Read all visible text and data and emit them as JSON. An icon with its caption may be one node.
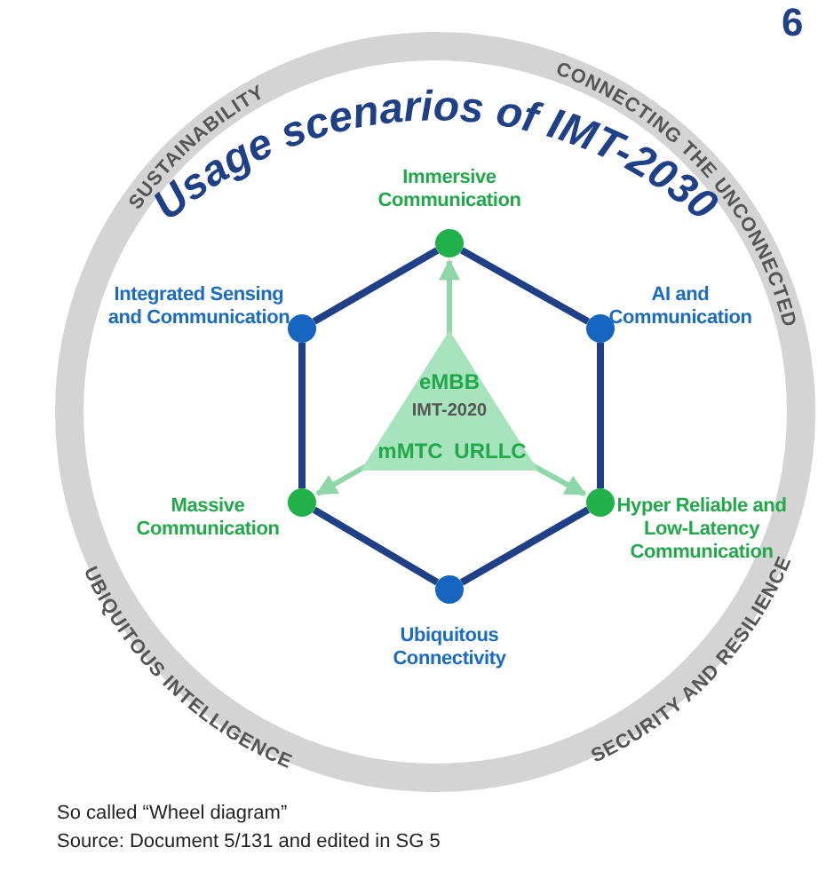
{
  "diagram": {
    "title": "Usage scenarios of IMT-2030",
    "nodes": [
      {
        "text": [
          "eMBB",
          "IMT-2020",
          "mMTC",
          "URLLC"
        ]
      },
      {
        "text": [],
        "shape": "circle",
        "beside": [
          "Immersive Communication"
        ]
      },
      {
        "text": [],
        "shape": "circle",
        "beside": [
          "AI and Communication"
        ]
      },
      {
        "text": [],
        "shape": "circle",
        "beside": [
          "Hyper Reliable and Low-Latency Communication"
        ]
      },
      {
        "text": [],
        "shape": "circle",
        "beside": [
          "Ubiquitous Connectivity"
        ]
      },
      {
        "text": [],
        "shape": "circle",
        "beside": [
          "Massive Communication"
        ]
      },
      {
        "text": [],
        "shape": "circle",
        "beside": [
          "Integrated Sensing and Communication"
        ]
      }
    ],
    "edges": [
      {
        "from": 1,
        "to": 2,
        "arrow": "none"
      },
      {
        "from": 2,
        "to": 3,
        "arrow": "none"
      },
      {
        "from": 3,
        "to": 4,
        "arrow": "none"
      },
      {
        "from": 4,
        "to": 5,
        "arrow": "none"
      },
      {
        "from": 5,
        "to": 6,
        "arrow": "none"
      },
      {
        "from": 6,
        "to": 1,
        "arrow": "none"
      },
      {
        "from": 0,
        "to": 1,
        "arrow": "to",
        "color": "#8fd6a8"
      },
      {
        "from": 0,
        "to": 5,
        "arrow": "to",
        "color": "#8fd6a8"
      },
      {
        "from": 0,
        "to": 3,
        "arrow": "to",
        "color": "#8fd6a8"
      }
    ],
    "labels": [
      "6",
      "SUSTAINABILITY",
      "CONNECTING THE UNCONNECTED",
      "UBIQUITOUS INTELLIGENCE",
      "SECURITY AND RESILIENCE",
      "So called “Wheel diagram”",
      "Source: Document 5/131 and edited in SG 5"
    ]
  }
}
